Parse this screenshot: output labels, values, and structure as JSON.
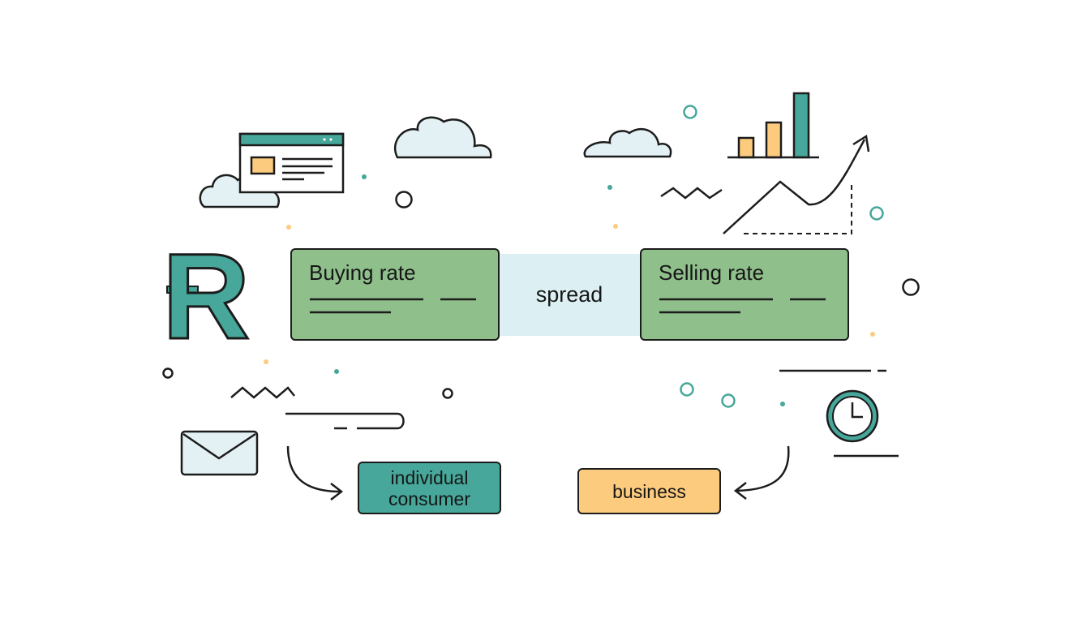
{
  "rates": {
    "buying_label": "Buying rate",
    "selling_label": "Selling rate",
    "spread_label": "spread"
  },
  "customers": {
    "individual_label": "individual consumer",
    "business_label": "business"
  },
  "currency_symbol": "R",
  "colors": {
    "rate_box_fill": "#8fbf8b",
    "spread_fill": "#dcf0f3",
    "teal": "#46a79a",
    "orange": "#fccb7e",
    "outline": "#1c1c1c"
  },
  "icons": [
    "browser-window-icon",
    "cloud-icon",
    "bar-chart-icon",
    "trend-arrow-icon",
    "envelope-icon",
    "clock-icon"
  ]
}
